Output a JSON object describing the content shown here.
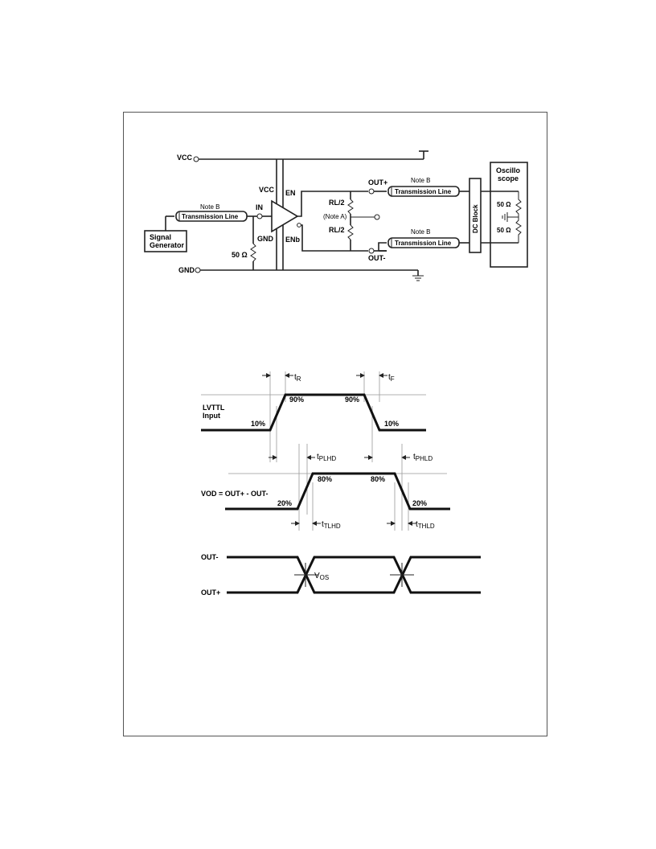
{
  "circuit": {
    "vcc_terminal": "VCC",
    "gnd_terminal": "GND",
    "signal_generator": [
      "Signal",
      "Generator"
    ],
    "input_tline_note": "Note B",
    "tline_label": "Transmission Line",
    "in_pin": "IN",
    "vcc_pin": "VCC",
    "gnd_pin": "GND",
    "en_pin": "EN",
    "enb_pin": "ENb",
    "termination": "50 Ω",
    "load_resistor": "RL/2",
    "note_a": "(Note A)",
    "out_plus": "OUT+",
    "out_minus": "OUT-",
    "out_tline_note": "Note B",
    "dc_block": "DC Block",
    "scope": [
      "Oscillo",
      "scope"
    ],
    "scope_termination": "50 Ω"
  },
  "timing": {
    "t_rise": "tR",
    "t_fall": "tF",
    "input_label": [
      "LVTTL",
      "Input"
    ],
    "pct_90": "90%",
    "pct_10": "10%",
    "t_plhd": "tPLHD",
    "t_phld": "tPHLD",
    "vod_label": "VOD = OUT+ - OUT-",
    "pct_80": "80%",
    "pct_20": "20%",
    "t_tlhd": "tTLHD",
    "t_thld": "tTHLD",
    "out_minus": "OUT-",
    "out_plus": "OUT+",
    "vos": "VOS"
  }
}
